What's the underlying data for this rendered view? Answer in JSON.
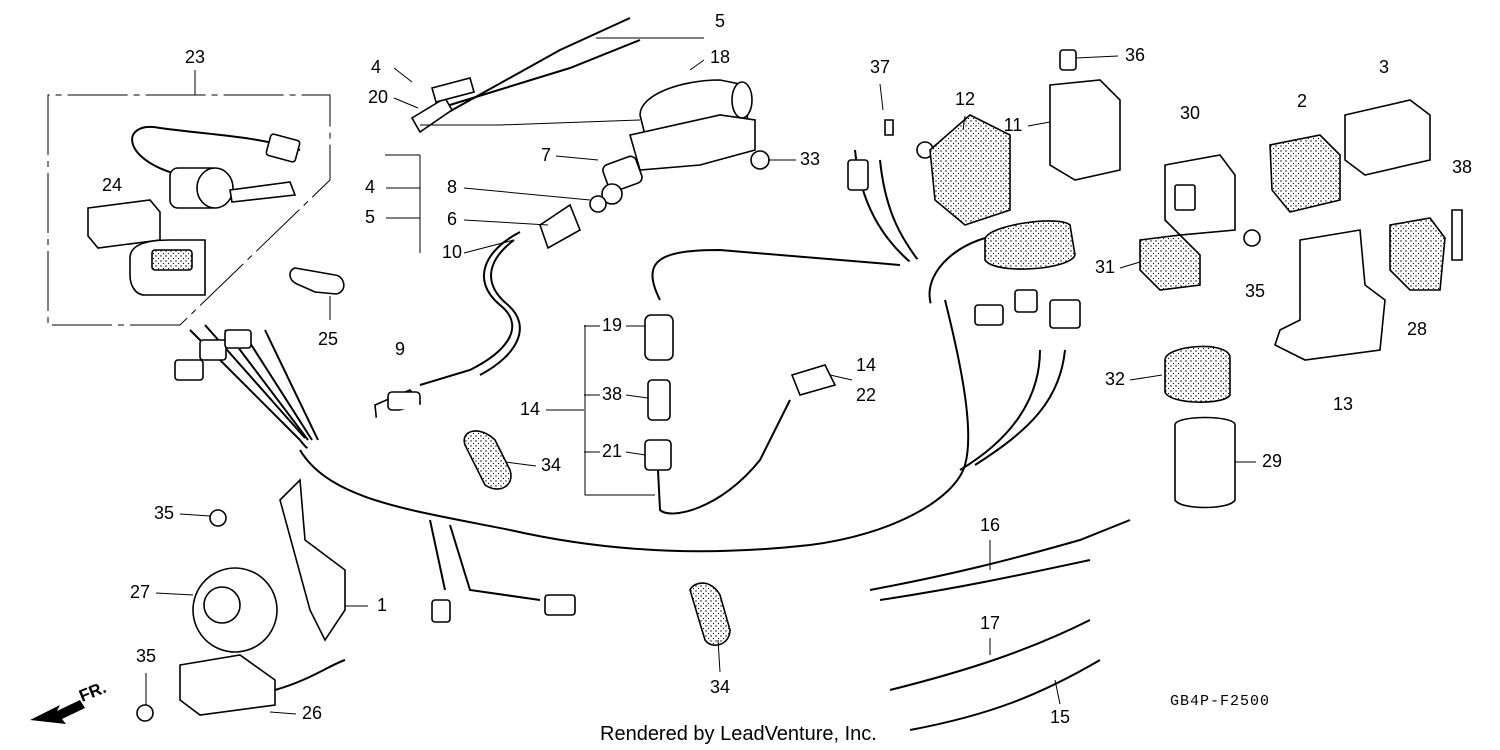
{
  "diagram": {
    "drawing_code": "GB4P-F2500",
    "credit": "Rendered by LeadVenture, Inc.",
    "direction_label": "FR."
  },
  "callouts": {
    "c23": "23",
    "c24": "24",
    "c25": "25",
    "c4a": "4",
    "c20": "20",
    "c5a": "5",
    "c18": "18",
    "c7": "7",
    "c8": "8",
    "c6": "6",
    "c10": "10",
    "c4b": "4",
    "c5b": "5",
    "c9": "9",
    "c33": "33",
    "c37": "37",
    "c12": "12",
    "c36": "36",
    "c11": "11",
    "c30": "30",
    "c2": "2",
    "c3": "3",
    "c38a": "38",
    "c31": "31",
    "c35a": "35",
    "c28": "28",
    "c13": "13",
    "c32": "32",
    "c29": "29",
    "c19": "19",
    "c38b": "38",
    "c14a": "14",
    "c21": "21",
    "c14b": "14",
    "c22": "22",
    "c34a": "34",
    "c34b": "34",
    "c16": "16",
    "c17": "17",
    "c15": "15",
    "c35b": "35",
    "c27": "27",
    "c1": "1",
    "c35c": "35",
    "c26": "26"
  }
}
